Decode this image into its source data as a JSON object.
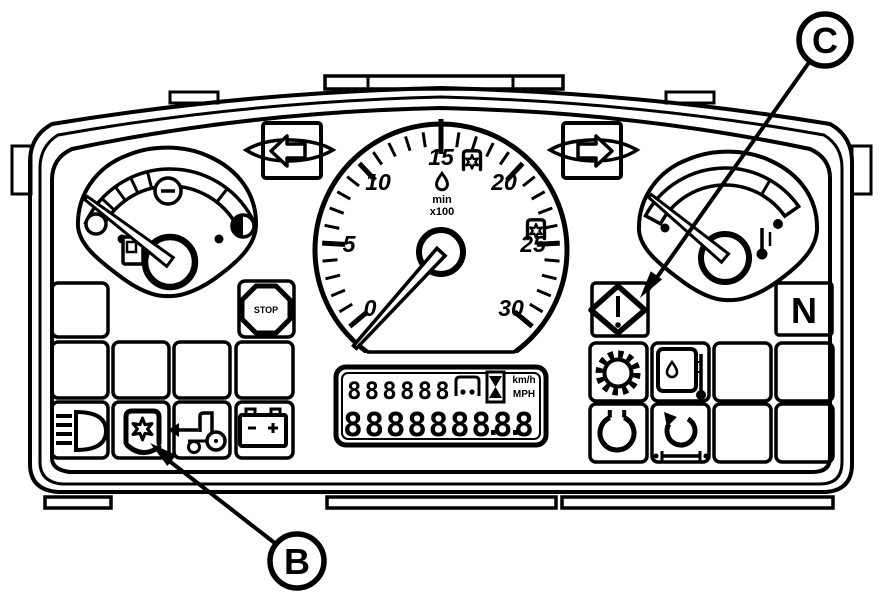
{
  "palette": {
    "ink": "#000000",
    "paper": "#ffffff"
  },
  "callouts": {
    "b": {
      "label": "B",
      "points_to": "pto-indicator"
    },
    "c": {
      "label": "C",
      "points_to": "hazard-warning-indicator"
    }
  },
  "gauges": {
    "left": {
      "name": "fuel-gauge",
      "icons": [
        "fuel-pump-icon",
        "minus-circle-icon"
      ]
    },
    "right": {
      "name": "temperature-gauge",
      "icons": [
        "thermometer-icon"
      ]
    }
  },
  "tachometer": {
    "scale_labels": [
      "0",
      "5",
      "10",
      "15",
      "20",
      "25",
      "30"
    ],
    "unit_line1": "min",
    "unit_line2": "x100",
    "needle_at": "0",
    "marks": [
      "pto-speed-mark-upper",
      "pto-speed-mark-right"
    ]
  },
  "turn_signals": {
    "left": "left-arrow-icon",
    "right": "right-arrow-icon"
  },
  "lcd": {
    "top_digits": "888888",
    "bottom_digits": "888888888",
    "decimal_point_positions": [
      7,
      8
    ],
    "speed_units": {
      "metric": "km/h",
      "imperial": "MPH"
    },
    "icons": [
      "tractor-icon",
      "hourglass-icon"
    ]
  },
  "indicators": {
    "stop_label": "STOP",
    "neutral_label": "N",
    "left_panel_bottom_row": [
      "high-beam-icon",
      "pto-icon",
      "tractor-arrow-icon",
      "battery-icon"
    ],
    "right_panel_icons": [
      "hazard-warning-icon",
      "gear-icon",
      "oil-temperature-icon",
      "bulb-icon",
      "recirculation-icon"
    ]
  }
}
